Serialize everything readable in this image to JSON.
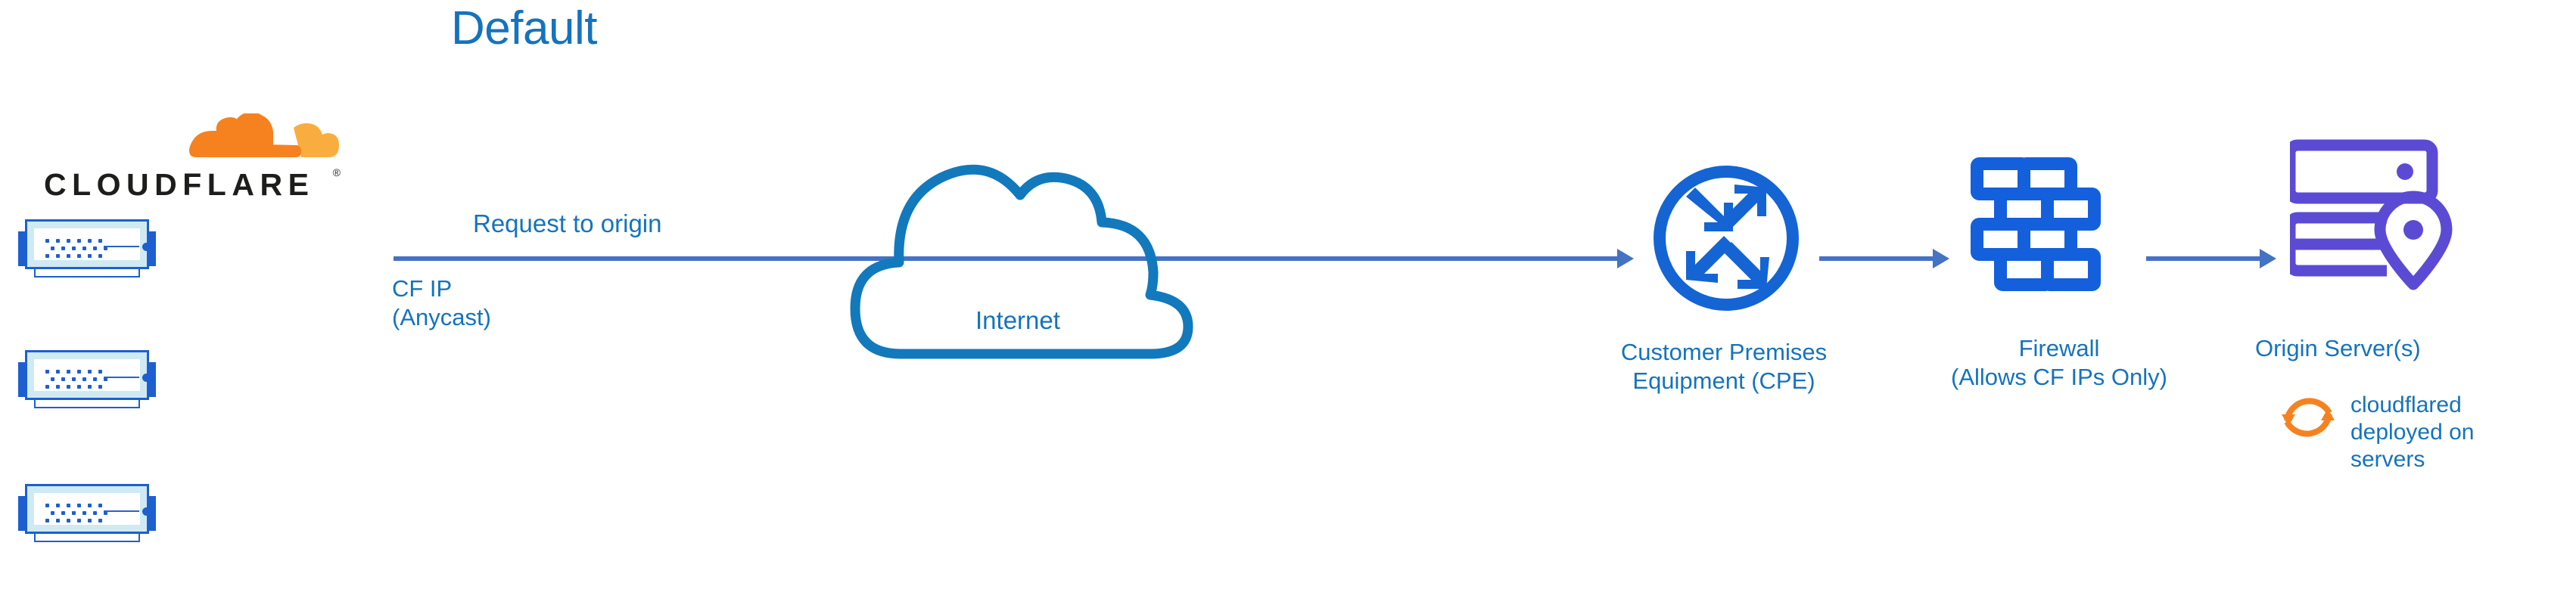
{
  "diagram": {
    "title": "Default",
    "title_color": "#1573bd",
    "background": "#ffffff"
  },
  "brand": {
    "name": "CLOUDFLARE",
    "registered_mark": "®",
    "logo_icon": "cloudflare-cloud-logo",
    "logo_colors": [
      "#f6821f",
      "#faad3f"
    ],
    "wordmark_color": "#1d1d1b"
  },
  "edge": {
    "rack_count": 3,
    "rack_icon": "server-rack-icon",
    "rack_colors": {
      "border": "#1d5fd0",
      "fill": "#cfeaf3",
      "inner": "#ffffff"
    },
    "ip_label": "CF IP\n(Anycast)"
  },
  "flow": {
    "request_label": "Request to origin",
    "line_color": "#4472c4",
    "arrow_icon": "arrow-right-icon",
    "segments": 3
  },
  "nodes": [
    {
      "id": "internet",
      "label": "Internet",
      "icon": "cloud-icon",
      "color": "#1279bd"
    },
    {
      "id": "cpe",
      "label": "Customer Premises\nEquipment (CPE)",
      "icon": "router-icon",
      "color": "#1464d4"
    },
    {
      "id": "firewall",
      "label": "Firewall\n(Allows CF IPs Only)",
      "icon": "brick-wall-icon",
      "color": "#1460dc"
    },
    {
      "id": "origin",
      "label": "Origin Server(s)",
      "icon": "server-stack-pin-icon",
      "color": "#5b4bd4"
    }
  ],
  "annotation": {
    "text": "cloudflared\ndeployed on\nservers",
    "icon": "sync-arrows-icon",
    "icon_color": "#f6821f",
    "text_color": "#1573bd"
  }
}
